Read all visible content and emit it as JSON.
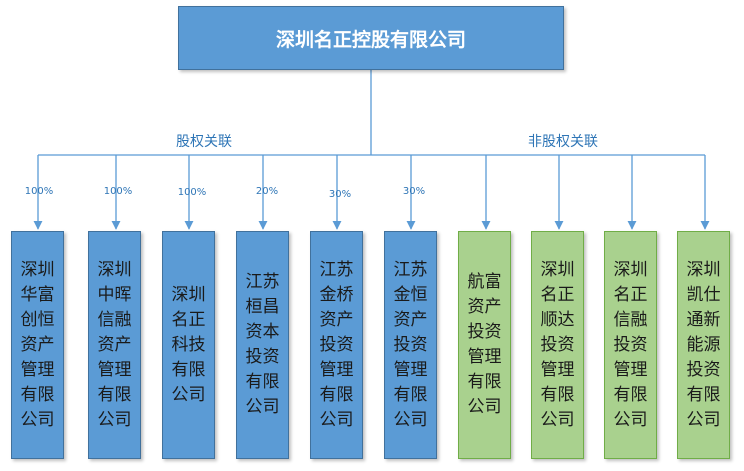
{
  "root": {
    "label": "深圳名正控股有限公司"
  },
  "groups": {
    "equity": "股权关联",
    "non_equity": "非股权关联"
  },
  "nodes": [
    {
      "label": "深圳华富创恒资产管理有限公司",
      "pct": "100%",
      "group": "equity"
    },
    {
      "label": "深圳中晖信融资产管理有限公司",
      "pct": "100%",
      "group": "equity"
    },
    {
      "label": "深圳名正科技有限公司",
      "pct": "100%",
      "group": "equity"
    },
    {
      "label": "江苏桓昌资本投资有限公司",
      "pct": "20%",
      "group": "equity"
    },
    {
      "label": "江苏金桥资产投资管理有限公司",
      "pct": "30%",
      "group": "equity"
    },
    {
      "label": "江苏金恒资产投资管理有限公司",
      "pct": "30%",
      "group": "equity"
    },
    {
      "label": "航富资产投资管理有限公司",
      "pct": "",
      "group": "non_equity"
    },
    {
      "label": "深圳名正顺达投资管理有限公司",
      "pct": "",
      "group": "non_equity"
    },
    {
      "label": "深圳名正信融投资管理有限公司",
      "pct": "",
      "group": "non_equity"
    },
    {
      "label": "深圳凯仕通新能源投资有限公司",
      "pct": "",
      "group": "non_equity"
    }
  ],
  "colors": {
    "equity_fill": "#5b9bd5",
    "non_equity_fill": "#a9d18e",
    "connector": "#5b9bd5",
    "label_text": "#2e75b6"
  }
}
